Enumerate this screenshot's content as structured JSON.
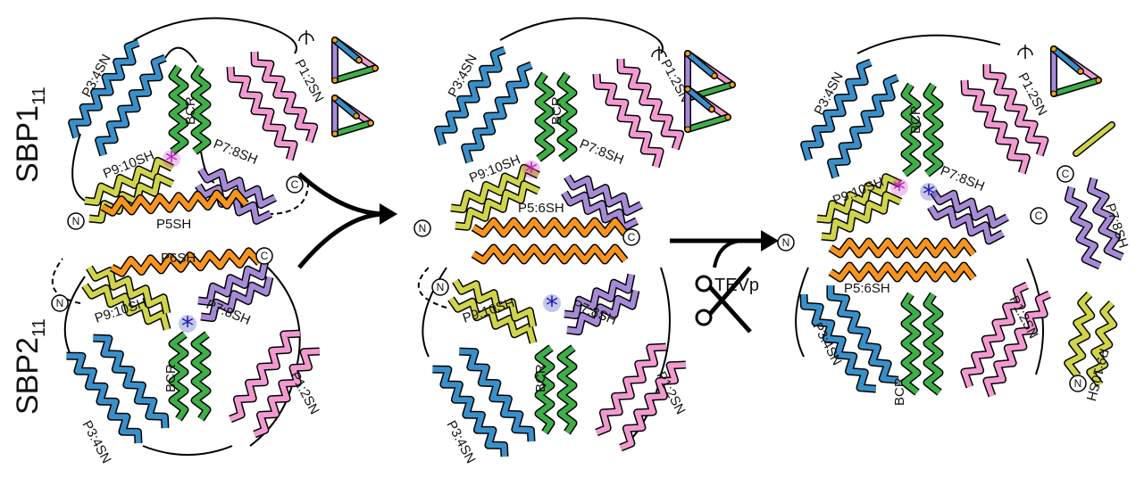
{
  "labels": {
    "sbp1": "SBP1",
    "sbp1_sub": "11",
    "sbp2": "SBP2",
    "sbp2_sub": "11"
  },
  "segments": {
    "p34": "P3:4SN",
    "p12": "P1:2SN",
    "bcr": "BCR",
    "p910": "P9:10SH",
    "p78": "P7:8SH",
    "p5": "P5SH",
    "p6": "P6SH",
    "p56": "P5:6SH"
  },
  "termini": {
    "n": "N",
    "c": "C"
  },
  "marker": "*",
  "protease": "TEVp",
  "colors": {
    "blue": "#3a8fc9",
    "green": "#3fae49",
    "pink": "#f19ad0",
    "yellow": "#cfd44a",
    "purple": "#a58ad6",
    "orange": "#f7941d",
    "magenta": "#c01fc0",
    "navy": "#1a1ab0"
  }
}
